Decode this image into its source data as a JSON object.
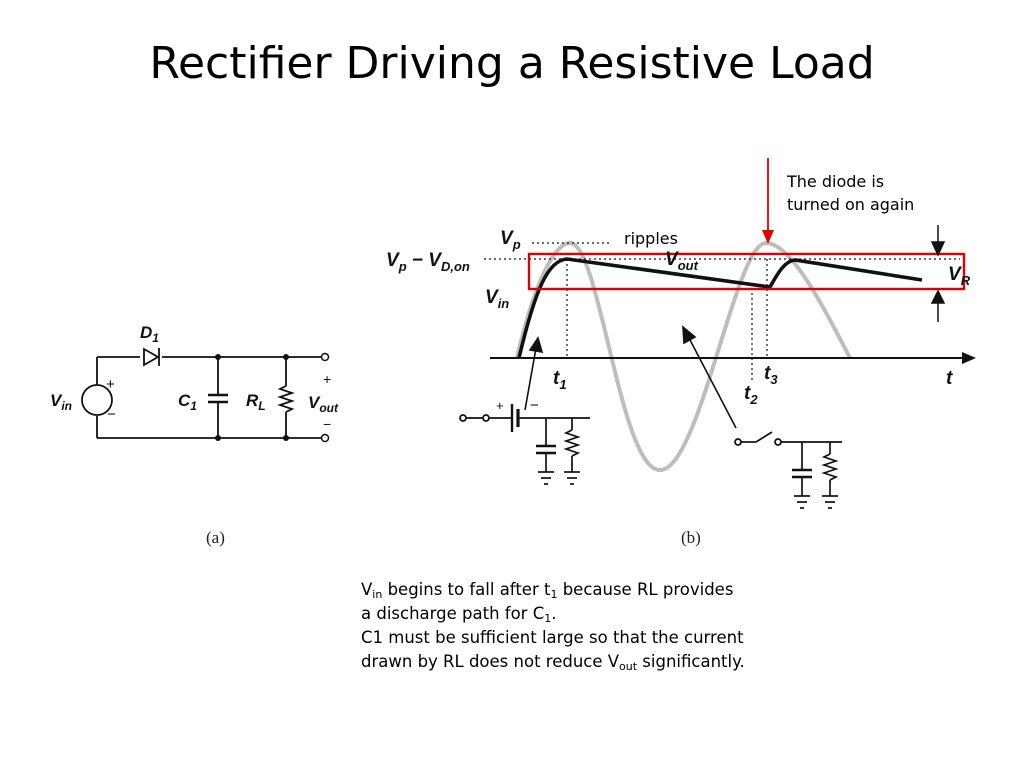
{
  "slide": {
    "title": "Rectifier Driving a Resistive Load"
  },
  "circuit_a": {
    "source_label": "V",
    "source_sub": "in",
    "diode_label": "D",
    "diode_sub": "1",
    "cap_label": "C",
    "cap_sub": "1",
    "res_label": "R",
    "res_sub": "L",
    "out_label": "V",
    "out_sub": "out",
    "plus": "+",
    "minus": "−",
    "caption": "(a)"
  },
  "waveform_b": {
    "vp_label": "V",
    "vp_sub": "p",
    "vpvd_label": "V",
    "vpvd_sub1": "p",
    "vpvd_mid": " − V",
    "vpvd_sub2": "D,on",
    "vin_label": "V",
    "vin_sub": "in",
    "vout_label": "V",
    "vout_sub": "out",
    "vr_label": "V",
    "vr_sub": "R",
    "t_axis": "t",
    "t1": "t",
    "t1_sub": "1",
    "t2": "t",
    "t2_sub": "2",
    "t3": "t",
    "t3_sub": "3",
    "plus": "+",
    "minus": "−",
    "caption": "(b)"
  },
  "annotations": {
    "diode_on_line1": "The diode is",
    "diode_on_line2": "turned on again",
    "ripples": "ripples",
    "highlight_color": "#e00000"
  },
  "explanation": {
    "l1_v": "V",
    "l1_sub": "in",
    "l1_mid": " begins to fall after t",
    "l1_sub2": "1",
    "l1_end": " because RL provides",
    "l2_start": "a discharge path for C",
    "l2_sub": "1",
    "l2_end": ".",
    "l3": "C1 must be sufficient large so that the current",
    "l4_start": "drawn by RL does not reduce V",
    "l4_sub": "out",
    "l4_end": " significantly."
  }
}
